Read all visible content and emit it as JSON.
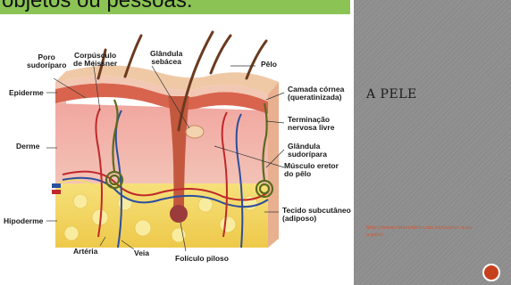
{
  "banner": {
    "text": "objetos ou pessoas."
  },
  "diagram": {
    "labels": {
      "poro": "Poro\nsudoríparo",
      "meissner": "Corpúsculo\nde Meissner",
      "glandula_sebacea": "Glândula\nsebácea",
      "pelo": "Pêlo",
      "epiderme": "Epiderme",
      "camada_cornea": "Camada córnea\n(queratinizada)",
      "terminacao": "Terminação\nnervosa livre",
      "derme": "Derme",
      "glandula_sudoripara": "Glândula\nsudorípara",
      "musculo": "Músculo eretor\ndo pêlo",
      "hipoderme": "Hipoderme",
      "tecido": "Tecido subcutâneo\n(adiposo)",
      "arteria": "Artéria",
      "veia": "Veia",
      "foliculo": "Folículo piloso"
    }
  },
  "side": {
    "title": "A PELE",
    "link": "http://www.vidacentro.com.br/conhec a-sua-pele/"
  },
  "colors": {
    "banner": "#8bc455",
    "side": "#8f8f8f",
    "accent": "#c7401e"
  }
}
